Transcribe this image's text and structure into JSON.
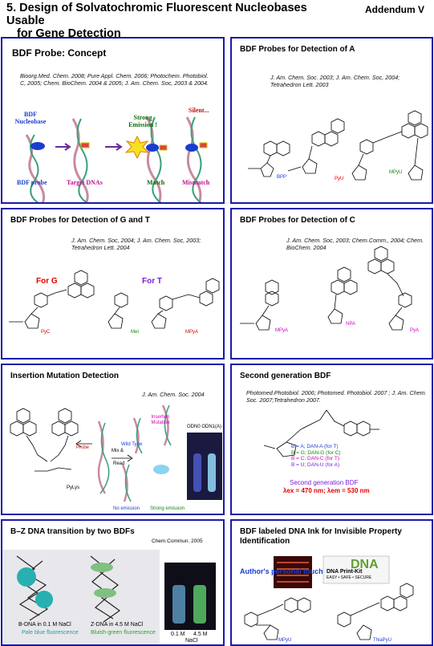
{
  "header": {
    "title_line1": "5. Design of Solvatochromic Fluorescent Nucleobases Usable",
    "title_line2": "for Gene Detection",
    "addendum": "Addendum V"
  },
  "panels": {
    "concept": {
      "title": "BDF Probe: Concept",
      "citation": "Bioorg.Med. Chem. 2008; Pure Appl. Chem. 2006; Photochem. Photobiol. C, 2005; Chem. BioChem. 2004 & 2005; J. Am. Chem. Soc, 2003 & 2004.",
      "labels": {
        "nucleobase": "BDF Nucleobase",
        "strong": "Strong Emission !",
        "silent": "Silent...",
        "probe": "BDF probe",
        "targets": "Target DNAs",
        "match": "Match",
        "mismatch": "Mismatch"
      }
    },
    "probe_a": {
      "title": "BDF Probes for Detection of A",
      "citation": "J. Am. Chem. Soc. 2003; J. Am. Chem. Soc, 2004; Tetrahedron Lett. 2003",
      "labels": [
        "BPP",
        "PyU",
        "MPyU"
      ]
    },
    "probe_gt": {
      "title": "BDF Probes for Detection of G and T",
      "citation": "J. Am. Chem. Soc, 2004; J. Am. Chem. Soc, 2003; Tetrahedron Lett. 2004",
      "for_g": "For G",
      "for_t": "For T",
      "labels": [
        "PyC",
        "MeI",
        "MPyA"
      ]
    },
    "probe_c": {
      "title": "BDF Probes for Detection of C",
      "citation": "J. Am. Chem. Soc, 2003; Chem.Comm., 2004; Chem. BioChem. 2004",
      "labels": [
        "MPyA",
        "NPA",
        "PyA"
      ]
    },
    "insertion": {
      "title": "Insertion Mutation Detection",
      "citation": "J. Am. Chem. Soc. 2004",
      "labels": {
        "probe": "Probe",
        "mix": "Mix &",
        "read": "Read",
        "wild": "Wild Type",
        "insertion": "Insertion Mutation",
        "no_emission": "No emission",
        "strong": "Strong emission",
        "odn": "ODN0 ODN1(A)",
        "lys": "PyLys"
      }
    },
    "second": {
      "title": "Second generation BDF",
      "citation": "Photomed.Photobiol. 2006; Photomed. Photobiol. 2007 ; J. Am. Chem. Soc. 2007;Tetrahedron 2007.",
      "legend": [
        "B = A; DAN-A (for T)",
        "B = G; DAN-G (for C)",
        "B = C; DAN-C (for T)",
        "B = U; DAN-U (for A)"
      ],
      "caption": "Second generation BDF",
      "wavelengths": "λex = 470 nm; λem = 530 nm"
    },
    "bz": {
      "title": "B–Z DNA transition by two BDFs",
      "citation": "Chem.Commun. 2005",
      "b_dna": "B-DNA in 0.1 M NaCl",
      "b_fluor": "Pale blue fluorescence",
      "z_dna": "Z-DNA in 4.5 M NaCl",
      "z_fluor": "Bluish-green fluorescence",
      "conc1": "0.1 M",
      "conc2": "4.5 M",
      "nacl": "NaCl"
    },
    "ink": {
      "title": "BDF labeled DNA Ink for Invisible Property Identification",
      "author_touch": "Author's personal touch",
      "kit_dna": "DNA",
      "kit_print": "DNA Print-Kit",
      "kit_sub": "EASY • SAFE • SECURE",
      "labels": [
        "MPyU",
        "ThiaPyU"
      ]
    }
  },
  "colors": {
    "border": "#1a1aa8",
    "red": "#e00000",
    "purple": "#7a1fd6",
    "blue": "#1a3cd0",
    "green": "#0a8a0a",
    "magenta": "#d000c0"
  }
}
